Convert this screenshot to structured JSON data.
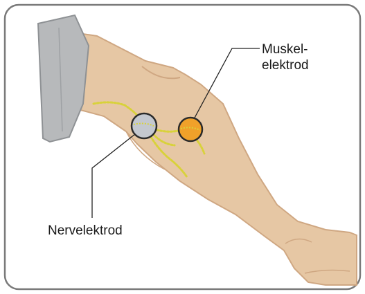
{
  "labels": {
    "muscle_electrode_line1": "Muskel-",
    "muscle_electrode_line2": "elektrod",
    "nerve_electrode": "Nervelektrod"
  },
  "colors": {
    "frame_border": "#7a7a7a",
    "skin": "#e6c7a4",
    "skin_shadow": "#cfa782",
    "garment": "#b7b9bb",
    "nerve_dots": "#d8d23a",
    "nerve_electrode": "#c4c8cf",
    "muscle_electrode": "#f0a12a",
    "leader_line": "#222222"
  },
  "icons": {
    "nerve_electrode": "grey-circle-electrode",
    "muscle_electrode": "orange-circle-electrode"
  }
}
